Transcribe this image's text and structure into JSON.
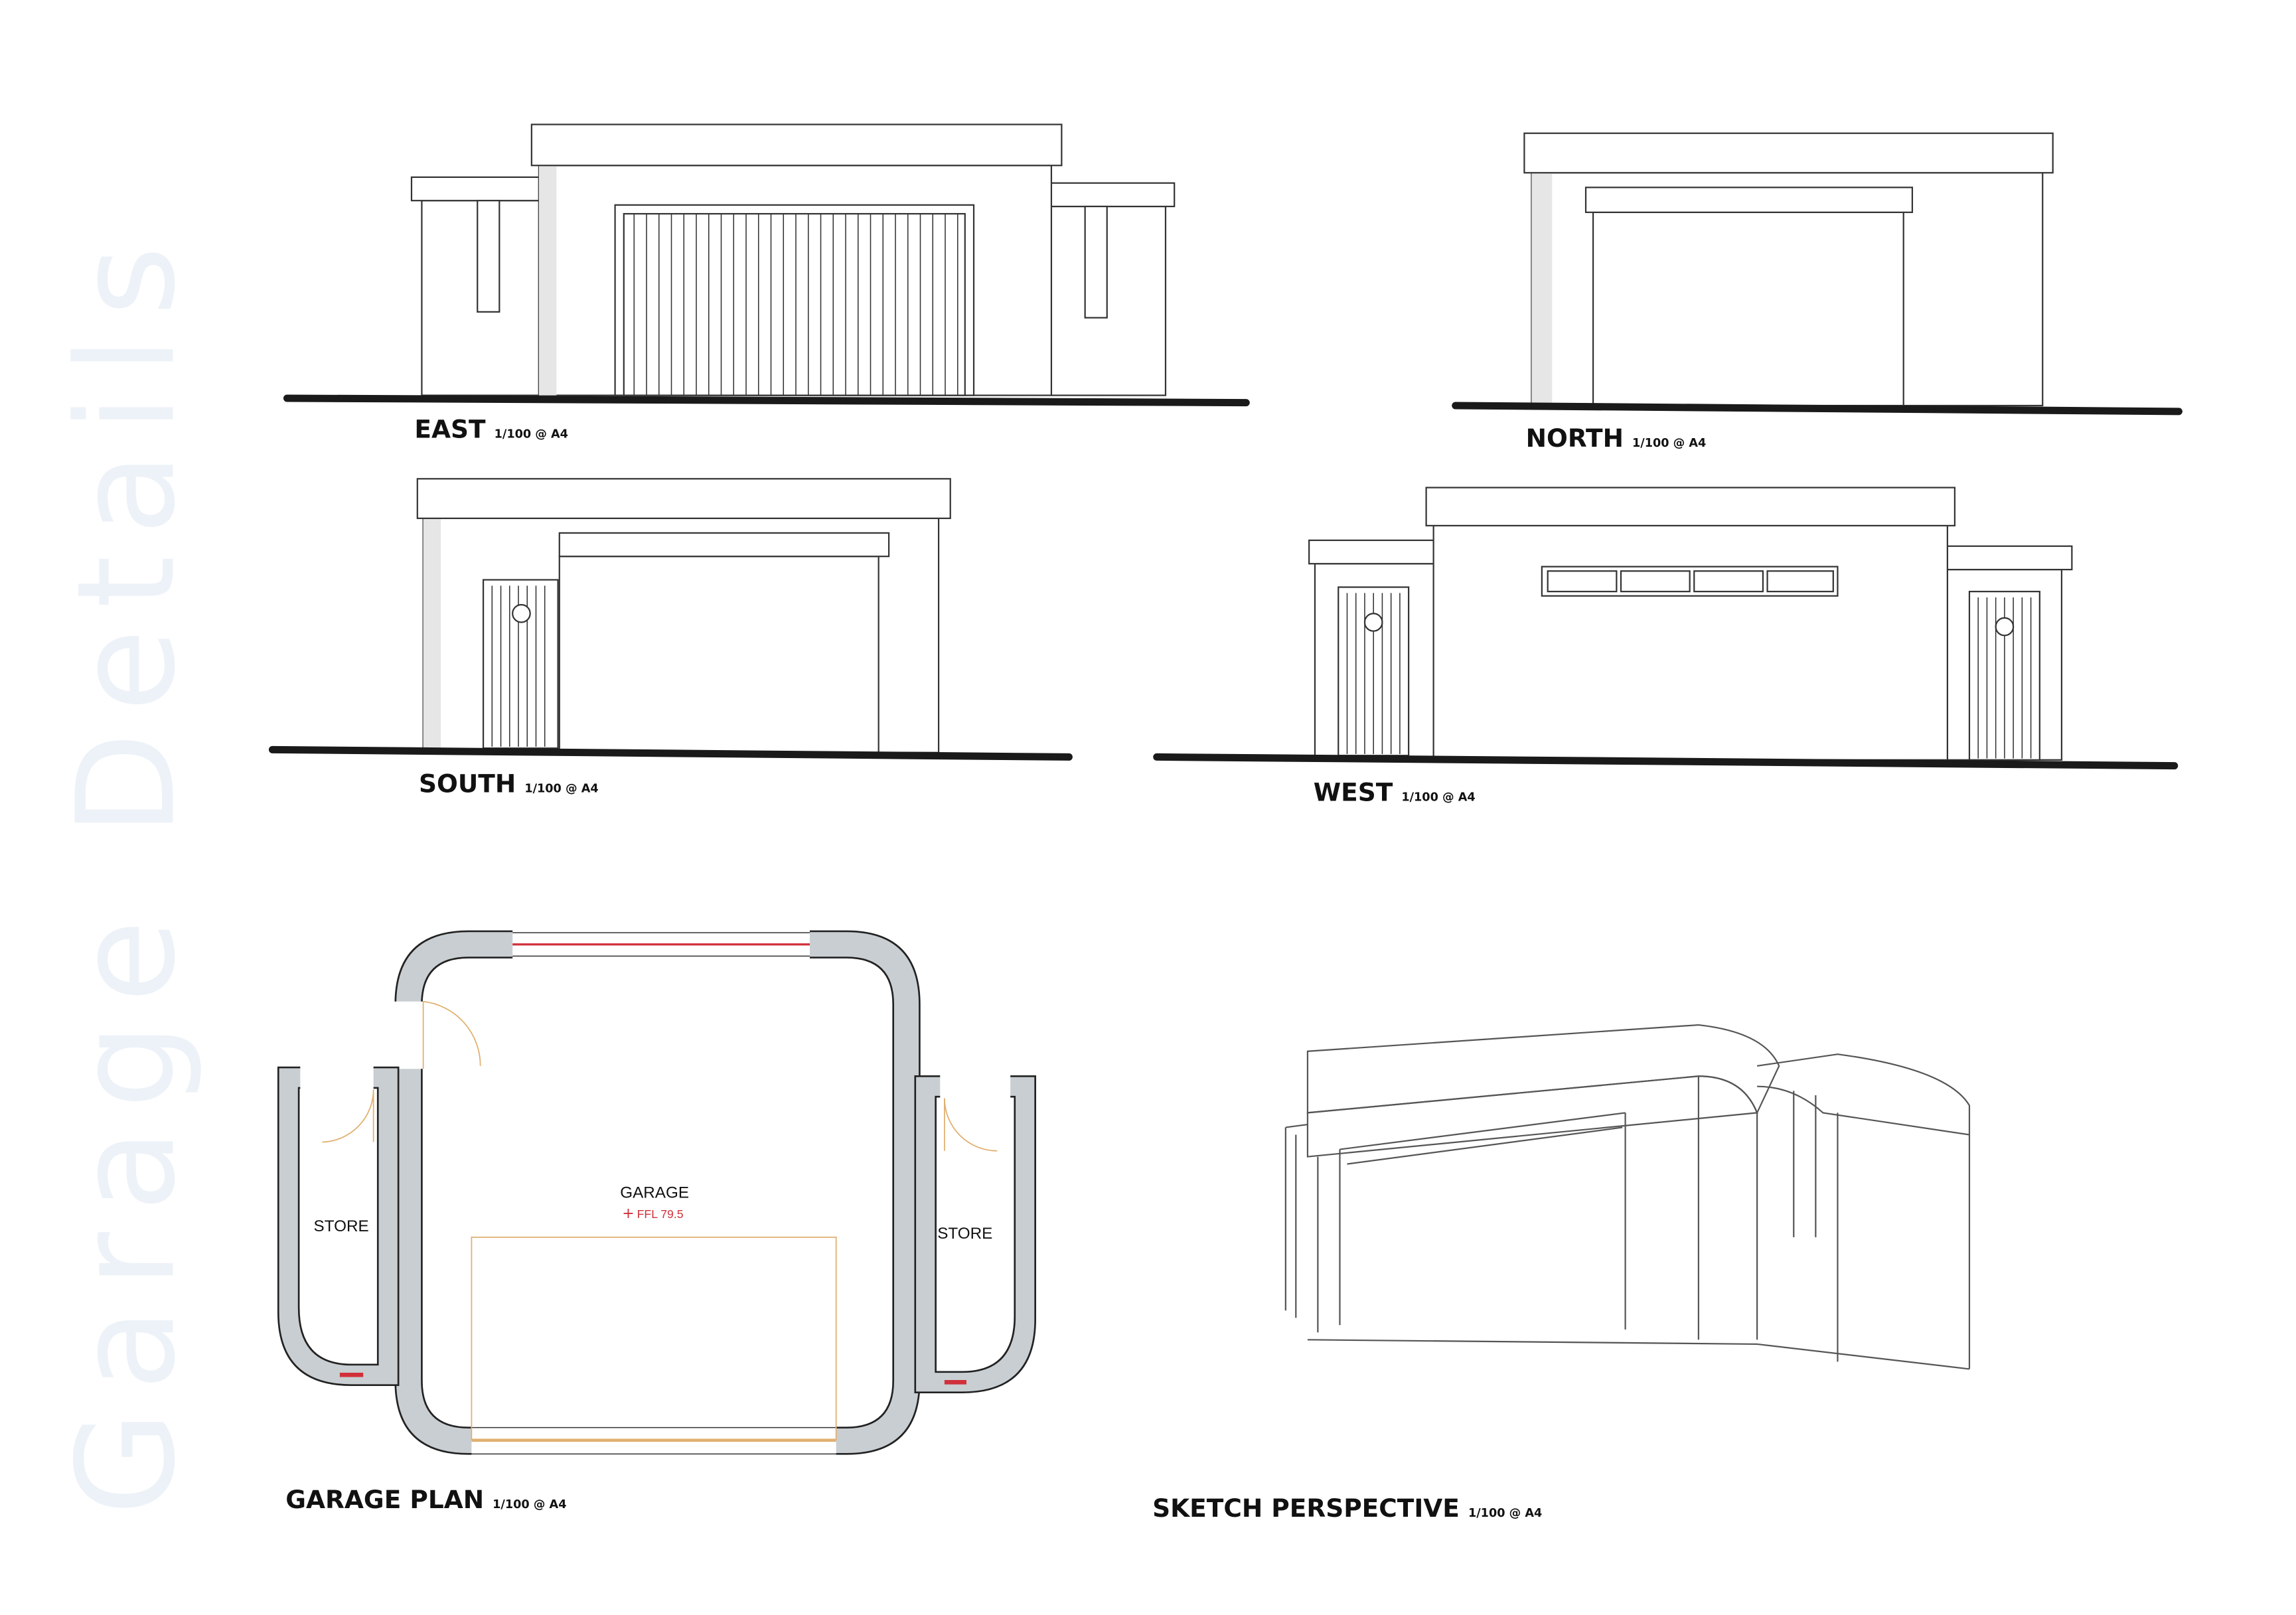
{
  "watermark": "Garage Details",
  "views": {
    "east": {
      "title": "EAST",
      "scale": "1/100 @ A4"
    },
    "north": {
      "title": "NORTH",
      "scale": "1/100 @ A4"
    },
    "south": {
      "title": "SOUTH",
      "scale": "1/100 @ A4"
    },
    "west": {
      "title": "WEST",
      "scale": "1/100 @ A4"
    },
    "plan": {
      "title": "GARAGE PLAN",
      "scale": "1/100 @ A4"
    },
    "perspective": {
      "title": "SKETCH PERSPECTIVE",
      "scale": "1/100 @ A4"
    }
  },
  "plan_labels": {
    "garage": "GARAGE",
    "ffl": "FFL 79.5",
    "store_left": "STORE",
    "store_right": "STORE"
  },
  "colors": {
    "window_red": "#d0303a",
    "door_swing": "#e0b070",
    "watermark": "#edf2f8"
  }
}
